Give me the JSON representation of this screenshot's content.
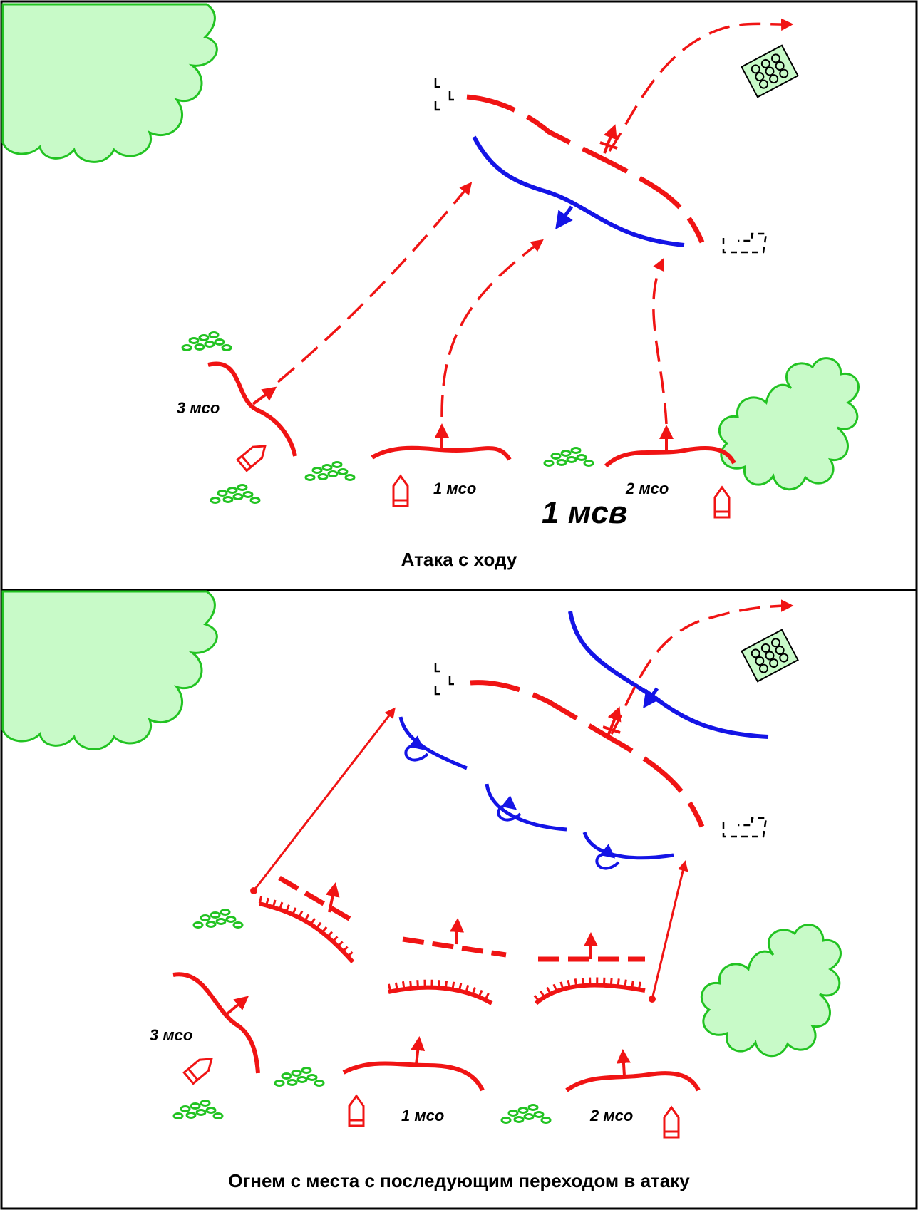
{
  "colors": {
    "friendly": "#f01414",
    "enemy": "#1414e6",
    "vegetation_fill": "#c8fac8",
    "vegetation_stroke": "#22c322",
    "frame": "#000000"
  },
  "panels": [
    {
      "id": "top",
      "caption": "Атака с ходу",
      "unit_labels": {
        "company_1": "1 мсо",
        "company_2": "2 мсо",
        "company_3": "3 мсо"
      },
      "battalion_label": "1 мсв"
    },
    {
      "id": "bottom",
      "caption": "Огнем с места с последующим переходом в атаку",
      "unit_labels": {
        "company_1": "1 мсо",
        "company_2": "2 мсо",
        "company_3": "3 мсо"
      }
    }
  ],
  "icons": [
    "forest-icon",
    "bush-icon",
    "shrub-cluster-icon",
    "enemy-position-icon",
    "platoon-marker-icon",
    "vehicle-icon",
    "arrow-icon"
  ]
}
